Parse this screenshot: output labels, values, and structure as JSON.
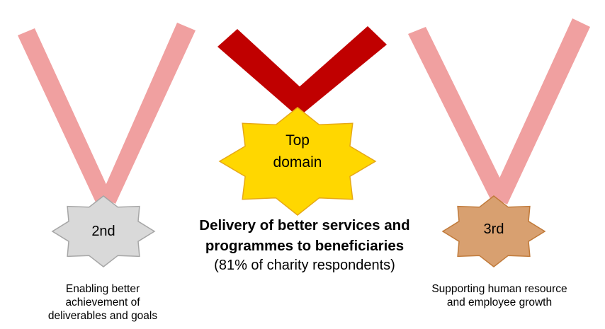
{
  "medals": {
    "top": {
      "label_line1": "Top",
      "label_line2": "domain",
      "ribbon_color": "#c00000",
      "fill": "#ffd700",
      "stroke": "#e6a817"
    },
    "second": {
      "label": "2nd",
      "ribbon_color": "#f0a0a0",
      "fill": "#d9d9d9",
      "stroke": "#a6a6a6"
    },
    "third": {
      "label": "3rd",
      "ribbon_color": "#f0a0a0",
      "fill": "#d8a070",
      "stroke": "#c07a3a"
    }
  },
  "top_domain": {
    "line1": "Delivery of better services and",
    "line2": "programmes to beneficiaries",
    "line3": "(81% of charity respondents)"
  },
  "second_caption": {
    "line1": "Enabling better",
    "line2": "achievement of",
    "line3": "deliverables and goals"
  },
  "third_caption": {
    "line1": "Supporting human resource",
    "line2": "and employee growth"
  }
}
